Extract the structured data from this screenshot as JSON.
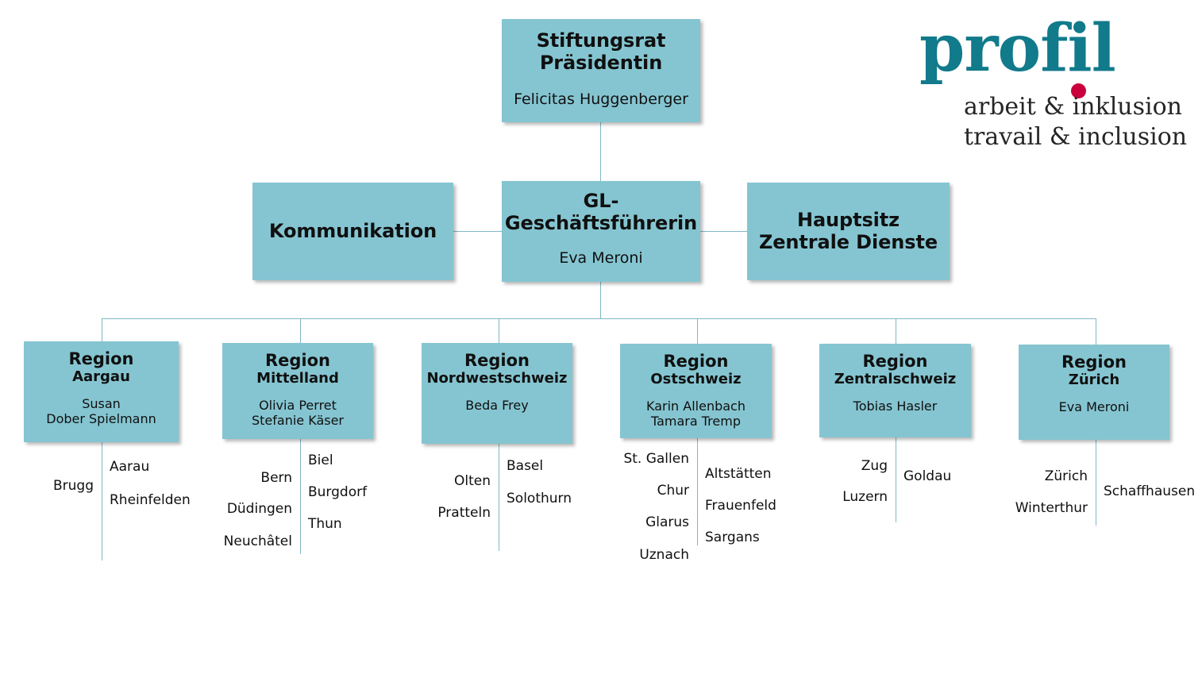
{
  "colors": {
    "box_fill": "#85C5D1",
    "connector": "#7FB8C4",
    "logo_teal": "#117A8B",
    "logo_red": "#C9003C",
    "text": "#101010"
  },
  "logo": {
    "wordmark": "profil",
    "tagline_de": "arbeit & inklusion",
    "tagline_fr": "travail & inclusion"
  },
  "chart_data": {
    "type": "diagram",
    "title": "Organigramm profil - arbeit & inklusion"
  },
  "top": {
    "title_line1": "Stiftungsrat",
    "title_line2": "Präsidentin",
    "person": "Felicitas Huggenberger"
  },
  "middle": {
    "left": {
      "title": "Kommunikation"
    },
    "center": {
      "title_line1": "GL-",
      "title_line2": "Geschäftsführerin",
      "person": "Eva Meroni"
    },
    "right": {
      "title_line1": "Hauptsitz",
      "title_line2": "Zentrale Dienste"
    }
  },
  "regions": [
    {
      "label": "Region",
      "name": "Aargau",
      "people": [
        "Susan",
        "Dober Spielmann"
      ],
      "cities_left": [
        "Brugg"
      ],
      "cities_right": [
        "Aarau",
        "Rheinfelden"
      ]
    },
    {
      "label": "Region",
      "name": "Mittelland",
      "people": [
        "Olivia Perret",
        "Stefanie Käser"
      ],
      "cities_left": [
        "Bern",
        "Düdingen",
        "Neuchâtel"
      ],
      "cities_right": [
        "Biel",
        "Burgdorf",
        "Thun"
      ]
    },
    {
      "label": "Region",
      "name": "Nordwestschweiz",
      "people": [
        "Beda Frey"
      ],
      "cities_left": [
        "Olten",
        "Pratteln"
      ],
      "cities_right": [
        "Basel",
        "Solothurn"
      ]
    },
    {
      "label": "Region",
      "name": "Ostschweiz",
      "people": [
        "Karin Allenbach",
        "Tamara Tremp"
      ],
      "cities_left": [
        "St. Gallen",
        "Chur",
        "Glarus",
        "Uznach"
      ],
      "cities_right": [
        "Altstätten",
        "Frauenfeld",
        "Sargans"
      ]
    },
    {
      "label": "Region",
      "name": "Zentralschweiz",
      "people": [
        "Tobias Hasler"
      ],
      "cities_left": [
        "Zug",
        "Luzern"
      ],
      "cities_right": [
        "Goldau"
      ]
    },
    {
      "label": "Region",
      "name": "Zürich",
      "people": [
        "Eva Meroni"
      ],
      "cities_left": [
        "Zürich",
        "Winterthur"
      ],
      "cities_right": [
        "Schaffhausen"
      ]
    }
  ]
}
